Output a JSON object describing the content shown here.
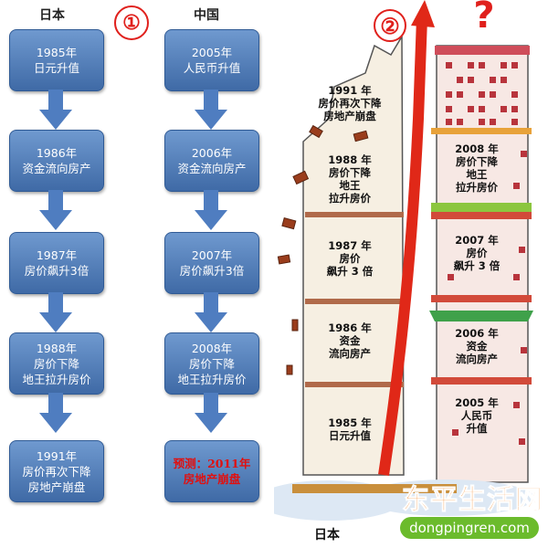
{
  "japan": {
    "title": "日本",
    "number": "①",
    "steps": [
      [
        "1985年",
        "日元升值"
      ],
      [
        "1986年",
        "资金流向房产"
      ],
      [
        "1987年",
        "房价飙升3倍"
      ],
      [
        "1988年",
        "房价下降",
        "地王拉升房价"
      ],
      [
        "1991年",
        "房价再次下降",
        "房地产崩盘"
      ]
    ]
  },
  "china": {
    "title": "中国",
    "steps": [
      [
        "2005年",
        "人民币升值"
      ],
      [
        "2006年",
        "资金流向房产"
      ],
      [
        "2007年",
        "房价飙升3倍"
      ],
      [
        "2008年",
        "房价下降",
        "地王拉升房价"
      ],
      [
        "预测：2011年",
        "房地产崩盘"
      ]
    ]
  },
  "cartoon": {
    "number": "②",
    "question_mark": "?",
    "japan_label": "日本",
    "left_floors": [
      [
        "1991 年",
        "房价再次下降",
        "房地产崩盘"
      ],
      [
        "1988 年",
        "房价下降",
        "地王",
        "拉升房价"
      ],
      [
        "1987 年",
        "房价",
        "飙升 3 倍"
      ],
      [
        "1986 年",
        "资金",
        "流向房产"
      ],
      [
        "1985 年",
        "日元升值"
      ]
    ],
    "right_floors": [
      [
        "2008 年",
        "房价下降",
        "地王",
        "拉升房价"
      ],
      [
        "2007 年",
        "房价",
        "飙升 3 倍"
      ],
      [
        "2006 年",
        "资金",
        "流向房产"
      ],
      [
        "2005 年",
        "人民币",
        "升值"
      ]
    ]
  },
  "watermark": {
    "name": "东平生活网",
    "url": "dongpingren.com"
  },
  "colors": {
    "box_top": "#6f99cf",
    "box_bottom": "#3f6aa6",
    "arrow": "#4f7dc0",
    "red": "#e0201c",
    "building": "#f7e8e4",
    "window": "#b8343c",
    "brick": "#9a3d1c",
    "watermark_orange": "#f07a12",
    "watermark_green": "#6bbb2c"
  }
}
